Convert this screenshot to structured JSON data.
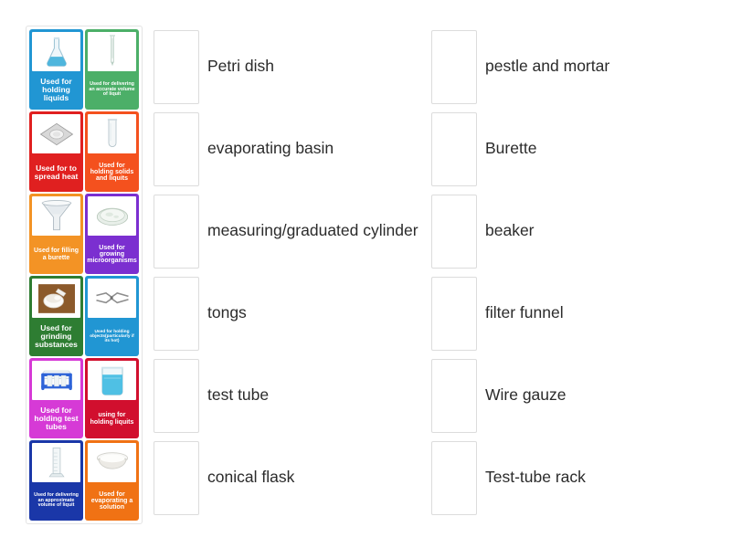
{
  "activity": {
    "type": "match-up-drag-and-drop",
    "title": "Laboratory equipment match-up"
  },
  "cards": [
    {
      "id": "card-holding-liquids",
      "caption": "Used for holding liquids",
      "color": "#2196d3",
      "icon": "conical-flask-icon",
      "size": "cap-lg"
    },
    {
      "id": "card-delivering-accurate-volume",
      "caption": "Used for delivering an accurate volume of liquit",
      "color": "#4caf68",
      "icon": "burette-icon",
      "size": "cap-sm"
    },
    {
      "id": "card-spread-heat",
      "caption": "Used for to spread heat",
      "color": "#e02020",
      "icon": "wire-gauze-icon",
      "size": "cap-lg"
    },
    {
      "id": "card-holding-solids-liquids",
      "caption": "Used for holding solids and liquits",
      "color": "#f4511e",
      "icon": "test-tube-icon",
      "size": "cap-md"
    },
    {
      "id": "card-filling-burette",
      "caption": "Used for filling a burette",
      "color": "#f39325",
      "icon": "filter-funnel-icon",
      "size": "cap-md"
    },
    {
      "id": "card-growing-microorganisms",
      "caption": "Used for growing microorganisms",
      "color": "#7b2fd0",
      "icon": "petri-dish-icon",
      "size": "cap-md"
    },
    {
      "id": "card-grinding-substances",
      "caption": "Used for grinding substances",
      "color": "#2e7d32",
      "icon": "pestle-mortar-icon",
      "size": "cap-lg"
    },
    {
      "id": "card-holding-hot-objects",
      "caption": "Used for holding objects(particularly if its hot)",
      "color": "#2196d3",
      "icon": "tongs-icon",
      "size": "cap-xs"
    },
    {
      "id": "card-holding-test-tubes",
      "caption": "Used for holding test tubes",
      "color": "#d63ad6",
      "icon": "test-tube-rack-icon",
      "size": "cap-lg"
    },
    {
      "id": "card-holding-liquits-beaker",
      "caption": "using for holding liquits",
      "color": "#d10f2e",
      "icon": "beaker-icon",
      "size": "cap-md"
    },
    {
      "id": "card-approximate-volume",
      "caption": "Used for delivering an approximate volume of liquit",
      "color": "#1a37a8",
      "icon": "measuring-cylinder-icon",
      "size": "cap-sm"
    },
    {
      "id": "card-evaporating-solution",
      "caption": "Used for evaporating a solution",
      "color": "#f07214",
      "icon": "evaporating-basin-icon",
      "size": "cap-md"
    }
  ],
  "answers": {
    "middle_column": [
      {
        "id": "answer-petri-dish",
        "label": "Petri dish"
      },
      {
        "id": "answer-evaporating-basin",
        "label": "evaporating basin"
      },
      {
        "id": "answer-measuring-cylinder",
        "label": "measuring/graduated cylinder"
      },
      {
        "id": "answer-tongs",
        "label": "tongs"
      },
      {
        "id": "answer-test-tube",
        "label": "test tube"
      },
      {
        "id": "answer-conical-flask",
        "label": "conical flask"
      }
    ],
    "right_column": [
      {
        "id": "answer-pestle-and-mortar",
        "label": "pestle and mortar"
      },
      {
        "id": "answer-burette",
        "label": "Burette"
      },
      {
        "id": "answer-beaker",
        "label": "beaker"
      },
      {
        "id": "answer-filter-funnel",
        "label": "filter funnel"
      },
      {
        "id": "answer-wire-gauze",
        "label": "Wire gauze"
      },
      {
        "id": "answer-test-tube-rack",
        "label": "Test-tube rack"
      }
    ]
  },
  "colors": {
    "page_background": "#ffffff",
    "dropzone_border": "#dcdcdc",
    "tray_border": "#e3e3e3",
    "label_text": "#2b2b2b"
  }
}
